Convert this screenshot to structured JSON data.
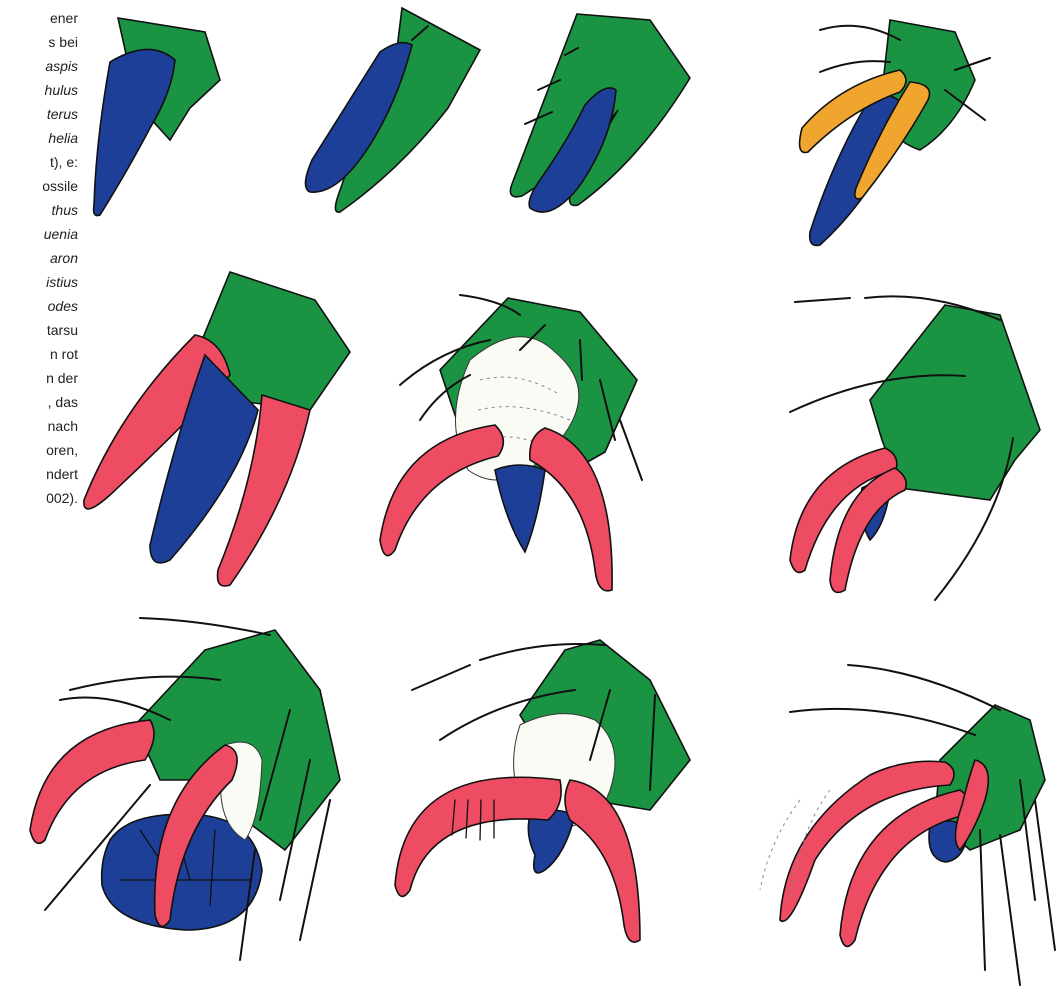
{
  "caption_fragments": [
    {
      "text": "ener",
      "italic": false
    },
    {
      "text": "s bei",
      "italic": false
    },
    {
      "text": "aspis",
      "italic": true
    },
    {
      "text": "hulus",
      "italic": true
    },
    {
      "text": "terus",
      "italic": true
    },
    {
      "text": "helia",
      "italic": true
    },
    {
      "text": "t), e:",
      "italic": false
    },
    {
      "text": "ossile",
      "italic": false
    },
    {
      "text": "thus",
      "italic": true
    },
    {
      "text": "uenia",
      "italic": true
    },
    {
      "text": "aron",
      "italic": true
    },
    {
      "text": "istius",
      "italic": true
    },
    {
      "text": "odes",
      "italic": true
    },
    {
      "text": "tarsu",
      "italic": false
    },
    {
      "text": "n rot",
      "italic": false
    },
    {
      "text": "n der",
      "italic": false
    },
    {
      "text": ", das",
      "italic": false
    },
    {
      "text": "nach",
      "italic": false
    },
    {
      "text": "oren,",
      "italic": false
    },
    {
      "text": "ndert",
      "italic": false
    },
    {
      "text": "002).",
      "italic": false
    }
  ],
  "colors": {
    "tarsus": "#1a9443",
    "empodium": "#1e3f98",
    "claw": "#ee4c63",
    "pretarsus_element": "#f0a62e",
    "pad": "#fbfbf6",
    "outline": "#111111"
  },
  "panels": [
    {
      "id": "a",
      "parts": [
        "tarsus",
        "empodium"
      ]
    },
    {
      "id": "b",
      "parts": [
        "tarsus",
        "empodium"
      ]
    },
    {
      "id": "c",
      "parts": [
        "tarsus",
        "empodium"
      ]
    },
    {
      "id": "d",
      "parts": [
        "tarsus",
        "empodium",
        "pretarsus_element",
        "pretarsus_element"
      ]
    },
    {
      "id": "e",
      "parts": [
        "tarsus",
        "claw",
        "empodium",
        "claw"
      ]
    },
    {
      "id": "f",
      "parts": [
        "tarsus",
        "pad",
        "claw",
        "claw",
        "empodium"
      ]
    },
    {
      "id": "g",
      "parts": [
        "tarsus",
        "claw",
        "claw",
        "empodium"
      ]
    },
    {
      "id": "h",
      "parts": [
        "tarsus",
        "claw",
        "claw",
        "empodium"
      ]
    },
    {
      "id": "i",
      "parts": [
        "tarsus",
        "pad",
        "claw",
        "claw",
        "empodium"
      ]
    },
    {
      "id": "j",
      "parts": [
        "tarsus",
        "claw",
        "claw",
        "empodium"
      ]
    }
  ]
}
